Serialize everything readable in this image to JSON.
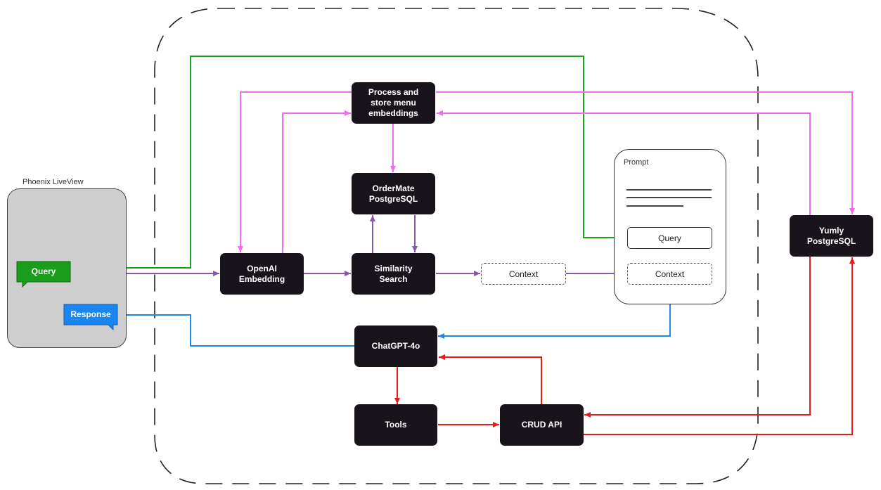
{
  "colors": {
    "node_fill": "#19141c",
    "green": "#1aa21a",
    "purple": "#8459a6",
    "pink": "#ee6cee",
    "blue": "#1e88e5",
    "red": "#e81b1b",
    "liveview_fill": "#cecece",
    "query_bubble": "#1a9d1a",
    "response_bubble": "#1a86f2"
  },
  "liveview": {
    "title": "Phoenix LiveView",
    "query": "Query",
    "response": "Response"
  },
  "nodes": {
    "process_store": "Process and\nstore menu\nembeddings",
    "ordermate_db": "OrderMate\nPostgreSQL",
    "openai_embedding": "OpenAI\nEmbedding",
    "similarity_search": "Similarity\nSearch",
    "context_box": "Context",
    "chatgpt": "ChatGPT-4o",
    "tools": "Tools",
    "crud_api": "CRUD API",
    "yumly_db": "Yumly\nPostgreSQL"
  },
  "prompt": {
    "title": "Prompt",
    "query": "Query",
    "context": "Context"
  }
}
